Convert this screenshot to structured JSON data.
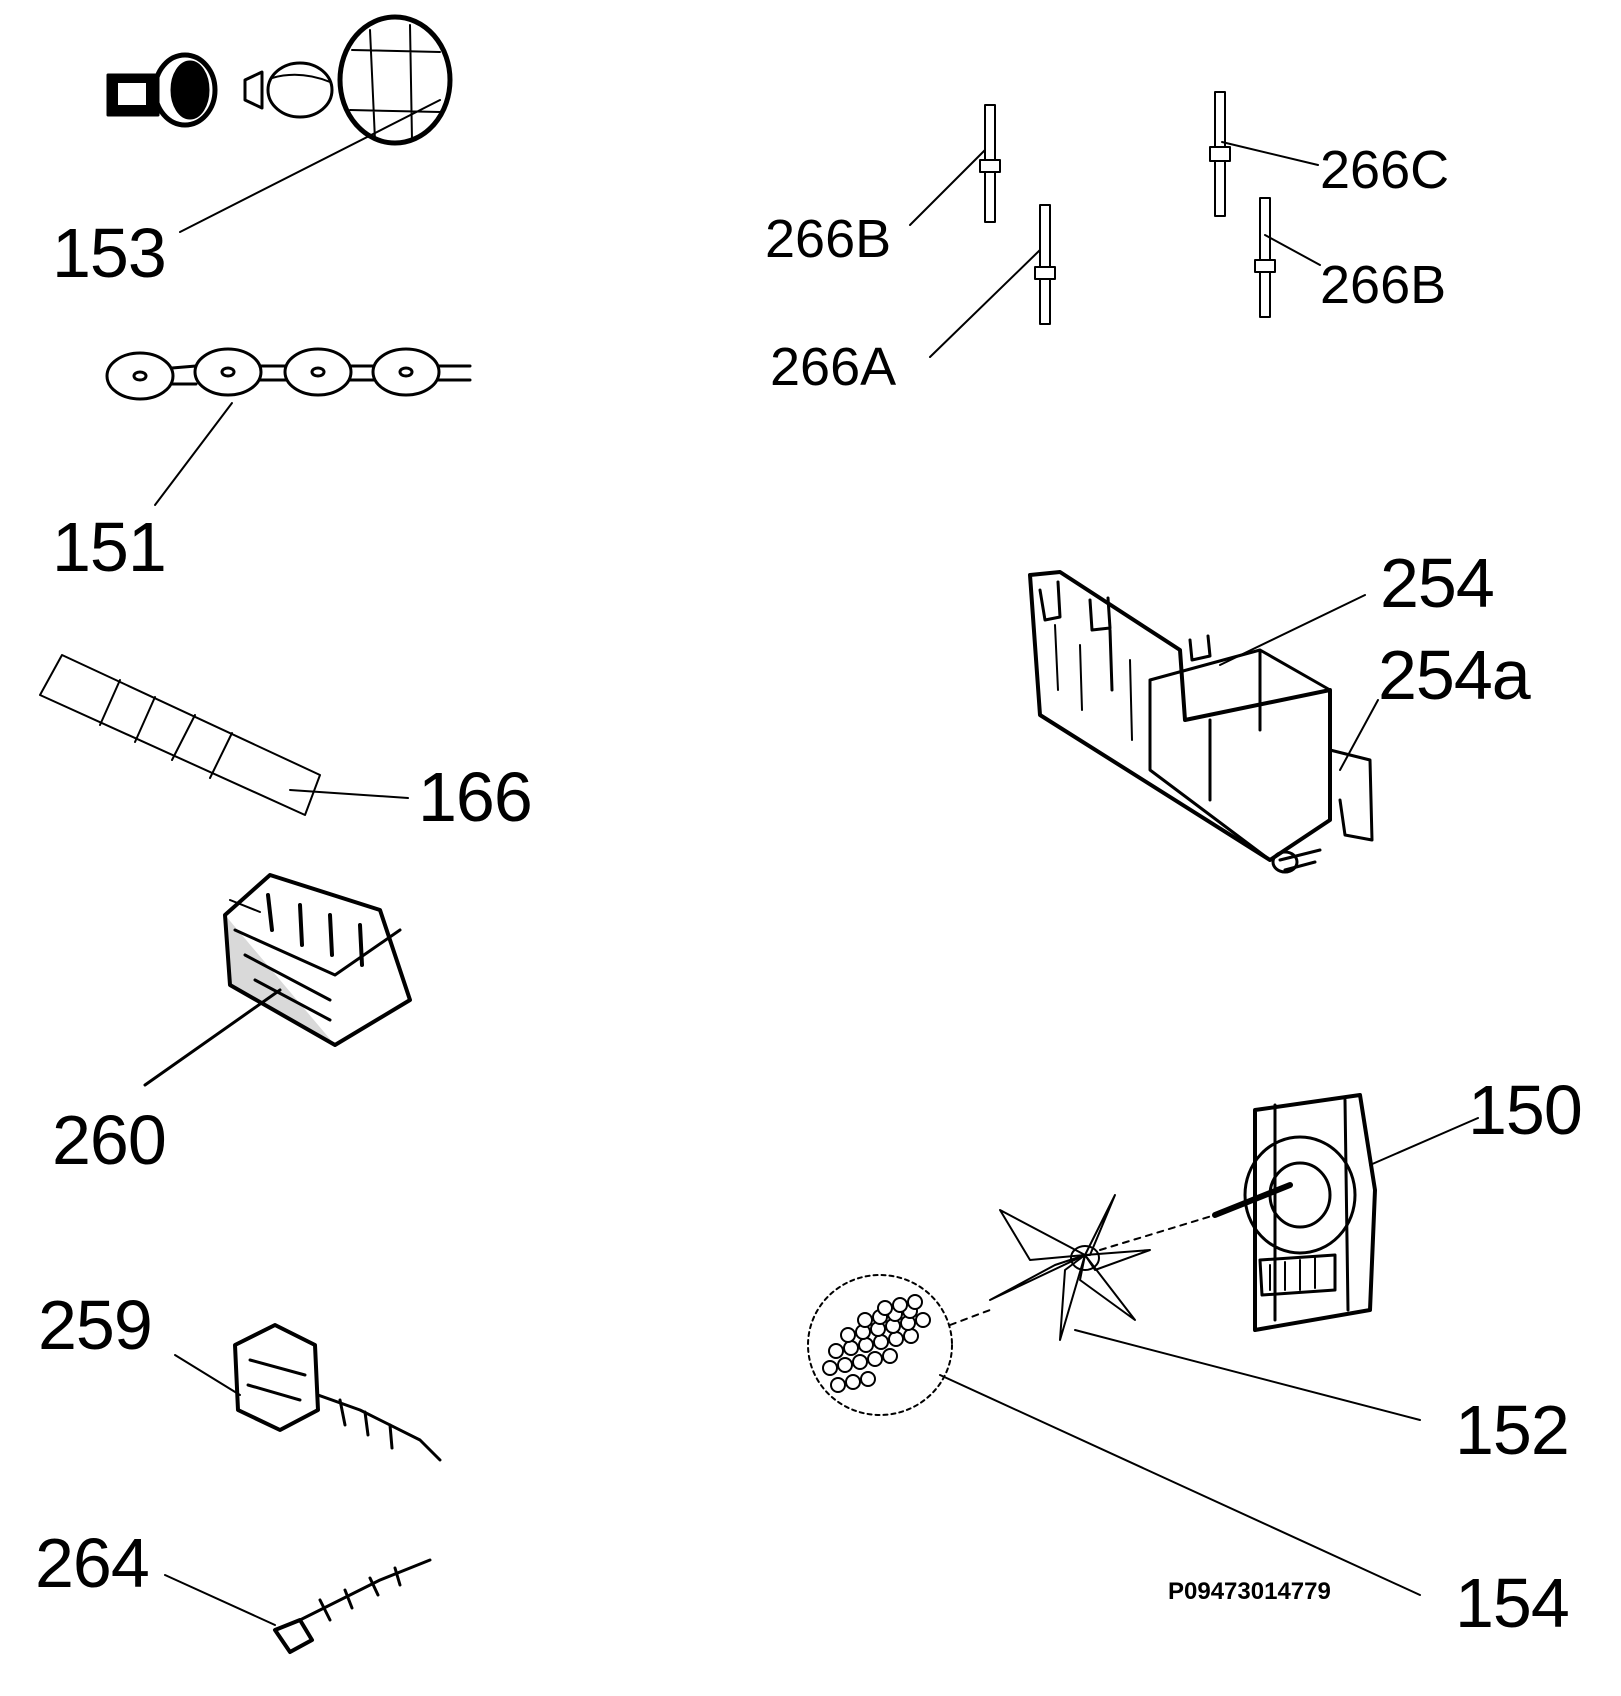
{
  "diagram": {
    "labels": {
      "p153": "153",
      "p151": "151",
      "p166": "166",
      "p260": "260",
      "p259": "259",
      "p264": "264",
      "p266b_left": "266B",
      "p266a": "266A",
      "p266c": "266C",
      "p266b_right": "266B",
      "p254": "254",
      "p254a": "254a",
      "p150": "150",
      "p152": "152",
      "p154": "154"
    },
    "drawing_code": "P09473014779"
  },
  "colors": {
    "ink": "#000000",
    "paper": "#ffffff"
  }
}
